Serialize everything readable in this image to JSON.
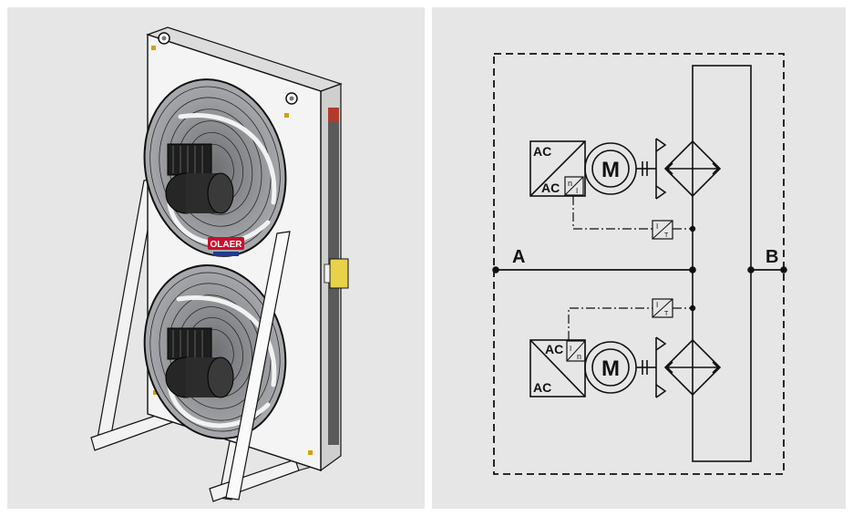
{
  "colors": {
    "panel_bg": "#e6e6e6",
    "line": "#111111",
    "housing": "#f4f4f4",
    "fan_blade": "#8c8e92",
    "motor": "#1e1e1e",
    "logo_red": "#c8102e",
    "connector_yellow": "#e8d24a"
  },
  "product": {
    "logo_text": "OLAER"
  },
  "schematic": {
    "port_a_label": "A",
    "port_b_label": "B",
    "fans": [
      {
        "converter_top_label": "AC",
        "converter_bottom_label": "AC",
        "motor_label": "M",
        "box_top": "n",
        "box_bottom": "I",
        "sensor_top": "I",
        "sensor_bottom": "T"
      },
      {
        "converter_top_label": "AC",
        "converter_bottom_label": "AC",
        "motor_label": "M",
        "box_top": "I",
        "box_bottom": "n",
        "sensor_top": "I",
        "sensor_bottom": "T"
      }
    ]
  }
}
